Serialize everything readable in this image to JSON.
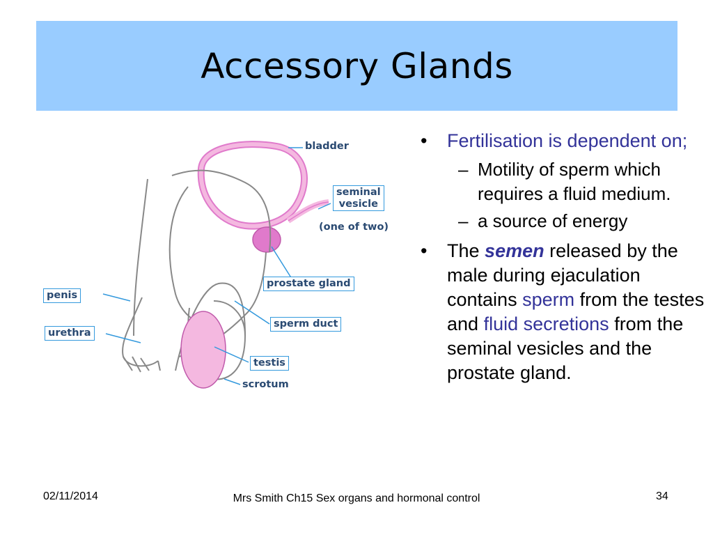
{
  "title": "Accessory Glands",
  "diagram": {
    "labels": {
      "bladder": "bladder",
      "seminal_line1": "seminal",
      "seminal_line2": "vesicle",
      "one_of_two": "(one of two)",
      "prostate": "prostate gland",
      "penis": "penis",
      "urethra": "urethra",
      "sperm_duct": "sperm duct",
      "testis": "testis",
      "scrotum": "scrotum"
    },
    "colors": {
      "organ_pink": "#f4b8e0",
      "organ_dark": "#e07acb",
      "leader_line": "#3399dd",
      "label_text": "#2a4a72"
    }
  },
  "bullets": {
    "b1": "Fertilisation is dependent on;",
    "b1_sub1": "Motility of sperm which requires a fluid medium.",
    "b1_sub2": "a source of energy",
    "b2_pre": "The",
    "b2_semen": "semen",
    "b2_a": "released by the male during ejaculation contains",
    "b2_sperm": "sperm",
    "b2_b": "from the testes and",
    "b2_fluid": "fluid secretions",
    "b2_c": "from the seminal vesicles and the prostate gland."
  },
  "footer": {
    "date": "02/11/2014",
    "center": "Mrs Smith Ch15 Sex organs and hormonal control",
    "page": "34"
  },
  "colors": {
    "title_bg": "#99ccff",
    "accent_text": "#333399"
  }
}
